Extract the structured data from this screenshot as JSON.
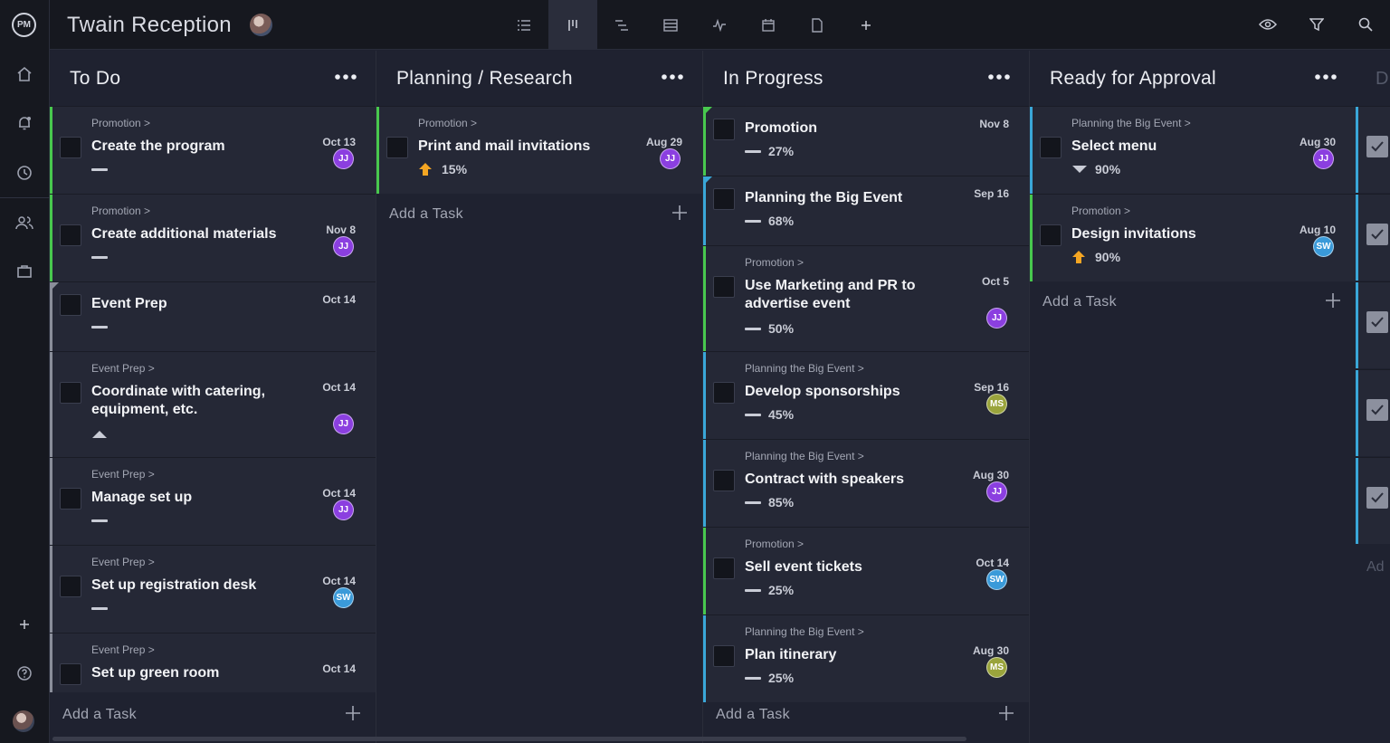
{
  "app": {
    "logo": "PM",
    "project_title": "Twain Reception"
  },
  "rail": {
    "icons": [
      "home-icon",
      "bell-icon",
      "clock-icon",
      "people-icon",
      "briefcase-icon",
      "plus-icon",
      "help-icon"
    ]
  },
  "toolbar": {
    "views": [
      "list-view-icon",
      "board-view-icon",
      "gantt-view-icon",
      "sheet-view-icon",
      "dashboard-view-icon",
      "calendar-view-icon",
      "files-view-icon",
      "add-view-icon"
    ],
    "active_view": "board-view-icon",
    "tools": [
      "eye-icon",
      "filter-icon",
      "search-icon"
    ]
  },
  "colors": {
    "green": "#48c84e",
    "gray": "#8a8e9a",
    "blue": "#3aa7d8",
    "jj": "#8b3fe0",
    "sw": "#3a9ad9",
    "ms": "#9aa43c",
    "up_arrow": "#f5a623"
  },
  "add_task_label": "Add a Task",
  "columns": [
    {
      "title": "To Do",
      "cards": [
        {
          "crumb": "Promotion >",
          "name": "Create the program",
          "date": "Oct 13",
          "priority": "medium",
          "pct": "",
          "avatar": "JJ",
          "bar": "green"
        },
        {
          "crumb": "Promotion >",
          "name": "Create additional materials",
          "date": "Nov 8",
          "priority": "medium",
          "pct": "",
          "avatar": "JJ",
          "bar": "green"
        },
        {
          "crumb": "",
          "name": "Event Prep",
          "date": "Oct 14",
          "priority": "medium",
          "pct": "",
          "avatar": "",
          "bar": "gray"
        },
        {
          "crumb": "Event Prep >",
          "name": "Coordinate with catering, equipment, etc.",
          "date": "Oct 14",
          "priority": "high",
          "pct": "",
          "avatar": "JJ",
          "bar": "gray"
        },
        {
          "crumb": "Event Prep >",
          "name": "Manage set up",
          "date": "Oct 14",
          "priority": "medium",
          "pct": "",
          "avatar": "JJ",
          "bar": "gray"
        },
        {
          "crumb": "Event Prep >",
          "name": "Set up registration desk",
          "date": "Oct 14",
          "priority": "medium",
          "pct": "",
          "avatar": "SW",
          "bar": "gray"
        },
        {
          "crumb": "Event Prep >",
          "name": "Set up green room",
          "date": "Oct 14",
          "priority": "",
          "pct": "",
          "avatar": "",
          "bar": "gray"
        }
      ]
    },
    {
      "title": "Planning / Research",
      "cards": [
        {
          "crumb": "Promotion >",
          "name": "Print and mail invitations",
          "date": "Aug 29",
          "priority": "up",
          "pct": "15%",
          "avatar": "JJ",
          "bar": "green"
        }
      ]
    },
    {
      "title": "In Progress",
      "cards": [
        {
          "crumb": "",
          "name": "Promotion",
          "date": "Nov 8",
          "priority": "medium",
          "pct": "27%",
          "avatar": "",
          "bar": "green"
        },
        {
          "crumb": "",
          "name": "Planning the Big Event",
          "date": "Sep 16",
          "priority": "medium",
          "pct": "68%",
          "avatar": "",
          "bar": "blue"
        },
        {
          "crumb": "Promotion >",
          "name": "Use Marketing and PR to advertise event",
          "date": "Oct 5",
          "priority": "medium",
          "pct": "50%",
          "avatar": "JJ",
          "bar": "green"
        },
        {
          "crumb": "Planning the Big Event >",
          "name": "Develop sponsorships",
          "date": "Sep 16",
          "priority": "medium",
          "pct": "45%",
          "avatar": "MS",
          "bar": "blue"
        },
        {
          "crumb": "Planning the Big Event >",
          "name": "Contract with speakers",
          "date": "Aug 30",
          "priority": "medium",
          "pct": "85%",
          "avatar": "JJ",
          "bar": "blue"
        },
        {
          "crumb": "Promotion >",
          "name": "Sell event tickets",
          "date": "Oct 14",
          "priority": "medium",
          "pct": "25%",
          "avatar": "SW",
          "bar": "green"
        },
        {
          "crumb": "Planning the Big Event >",
          "name": "Plan itinerary",
          "date": "Aug 30",
          "priority": "medium",
          "pct": "25%",
          "avatar": "MS",
          "bar": "blue"
        }
      ]
    },
    {
      "title": "Ready for Approval",
      "cards": [
        {
          "crumb": "Planning the Big Event >",
          "name": "Select menu",
          "date": "Aug 30",
          "priority": "low",
          "pct": "90%",
          "avatar": "JJ",
          "bar": "blue"
        },
        {
          "crumb": "Promotion >",
          "name": "Design invitations",
          "date": "Aug 10",
          "priority": "up",
          "pct": "90%",
          "avatar": "SW",
          "bar": "green"
        }
      ]
    }
  ],
  "partial_column": {
    "title_fragment": "D",
    "add_fragment": "Ad"
  }
}
